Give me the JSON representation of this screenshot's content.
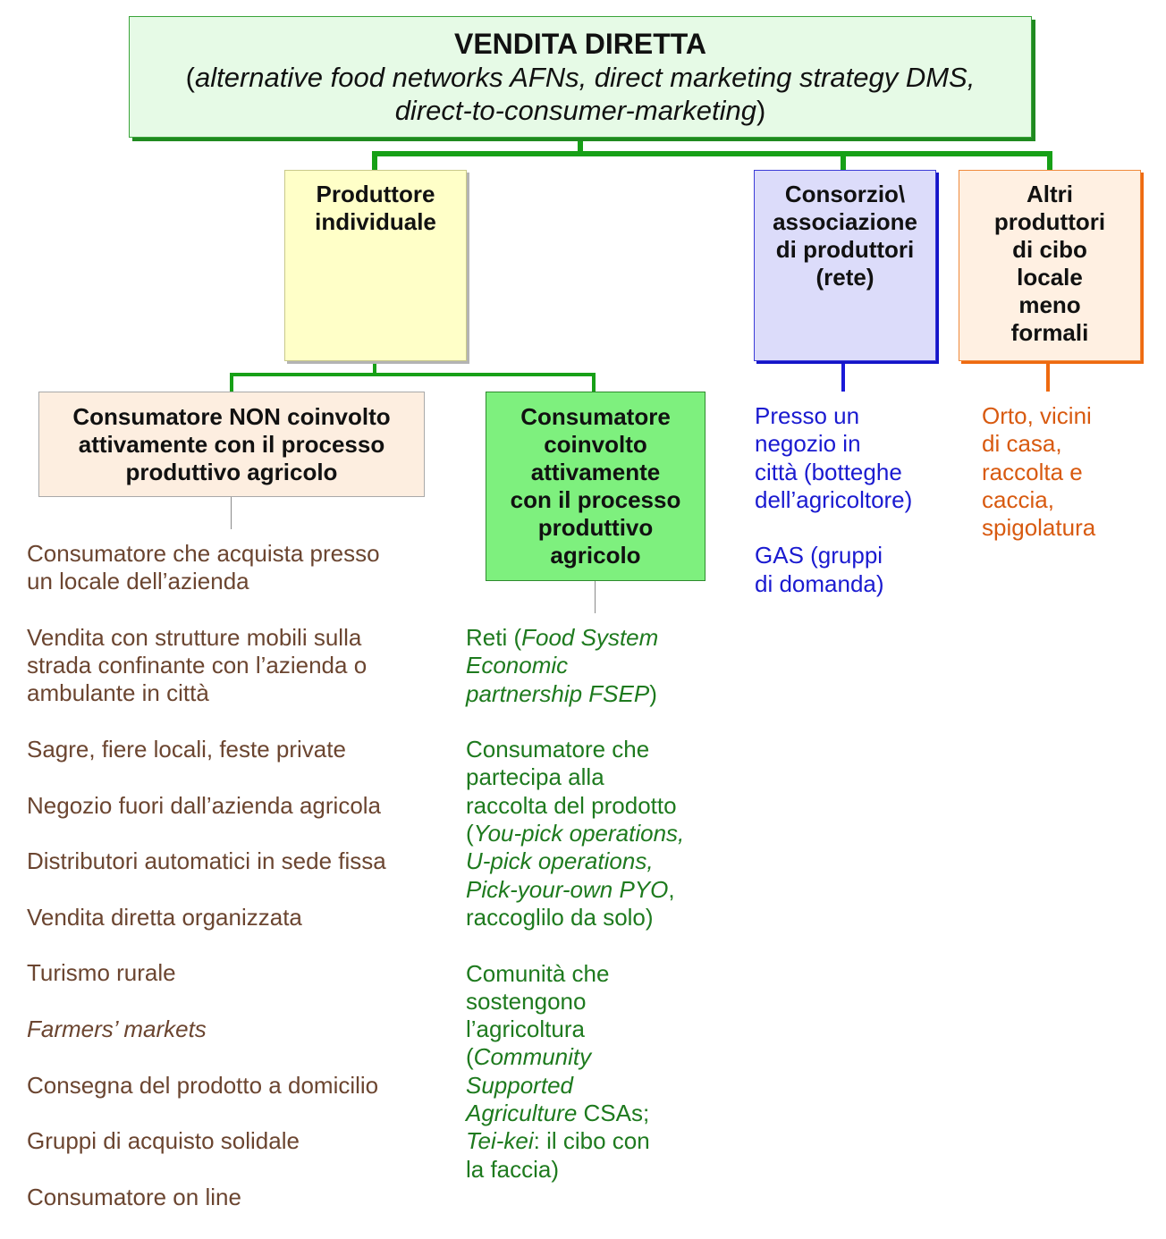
{
  "root": {
    "title": "VENDITA DIRETTA",
    "subtitle_open": "(",
    "subtitle_italic_1": "alternative food networks AFNs, direct marketing strategy DMS,",
    "subtitle_italic_2": "direct-to-consumer-marketing",
    "subtitle_close": ")"
  },
  "nodes": {
    "individual": {
      "line1": "Produttore",
      "line2": "individuale"
    },
    "consortium": {
      "line1": "Consorzio\\",
      "line2": "associazione",
      "line3": "di produttori",
      "line4": "(rete)"
    },
    "others": {
      "line1": "Altri",
      "line2": "produttori",
      "line3": "di cibo",
      "line4": "locale",
      "line5": "meno",
      "line6": "formali"
    },
    "non_involved": {
      "line1": "Consumatore NON coinvolto",
      "line2": "attivamente con il processo",
      "line3": "produttivo agricolo"
    },
    "involved": {
      "line1": "Consumatore",
      "line2": "coinvolto",
      "line3": "attivamente",
      "line4": "con il processo",
      "line5": "produttivo",
      "line6": "agricolo"
    }
  },
  "non_involved_list": {
    "item1_l1": "Consumatore che acquista presso",
    "item1_l2": "un locale dell’azienda",
    "item2_l1": "Vendita con strutture mobili sulla",
    "item2_l2": "strada confinante con l’azienda o",
    "item2_l3": "ambulante in città",
    "item3": "Sagre, fiere locali, feste private",
    "item4": "Negozio fuori dall’azienda agricola",
    "item5": "Distributori automatici in sede fissa",
    "item6": "Vendita diretta organizzata",
    "item7": "Turismo rurale",
    "item8": "Farmers’ markets",
    "item9": "Consegna del prodotto a domicilio",
    "item10": "Gruppi di acquisto solidale",
    "item11": "Consumatore on line"
  },
  "involved_list": {
    "reti_prefix": "Reti (",
    "reti_italic_1": "Food System",
    "reti_italic_2": "Economic",
    "reti_italic_3": "partnership FSEP",
    "reti_suffix": ")",
    "pick_l1": "Consumatore che",
    "pick_l2": "partecipa alla",
    "pick_l3": "raccolta del prodotto",
    "pick_l4_open": "(",
    "pick_l4_italic": "You-pick operations,",
    "pick_l5_italic": "U-pick operations,",
    "pick_l6_italic": "Pick-your-own PYO",
    "pick_l6_after": ",",
    "pick_l7": "raccoglilo da solo)",
    "csa_l1": "Comunità che",
    "csa_l2": "sostengono",
    "csa_l3": "l’agricoltura",
    "csa_l4_open": "(",
    "csa_l4_italic": "Community",
    "csa_l5_italic": "Supported",
    "csa_l6_italic": "Agriculture",
    "csa_l6_after": " CSAs;",
    "csa_l7_italic": "Tei-kei",
    "csa_l7_after": ": il cibo con",
    "csa_l8": "la faccia)"
  },
  "consortium_list": {
    "shop_l1": "Presso un",
    "shop_l2": "negozio in",
    "shop_l3": "città (botteghe",
    "shop_l4": "dell’agricoltore)",
    "gas_l1": "GAS (gruppi",
    "gas_l2": "di domanda)"
  },
  "others_list": {
    "l1": "Orto, vicini",
    "l2": "di casa,",
    "l3": "raccolta e",
    "l4": "caccia,",
    "l5": "spigolatura"
  },
  "colors": {
    "green_connector": "#17a017",
    "blue": "#1a1ad8",
    "orange": "#ee6a10",
    "brown_text": "#6b4530",
    "green_text": "#1e7a1e"
  }
}
